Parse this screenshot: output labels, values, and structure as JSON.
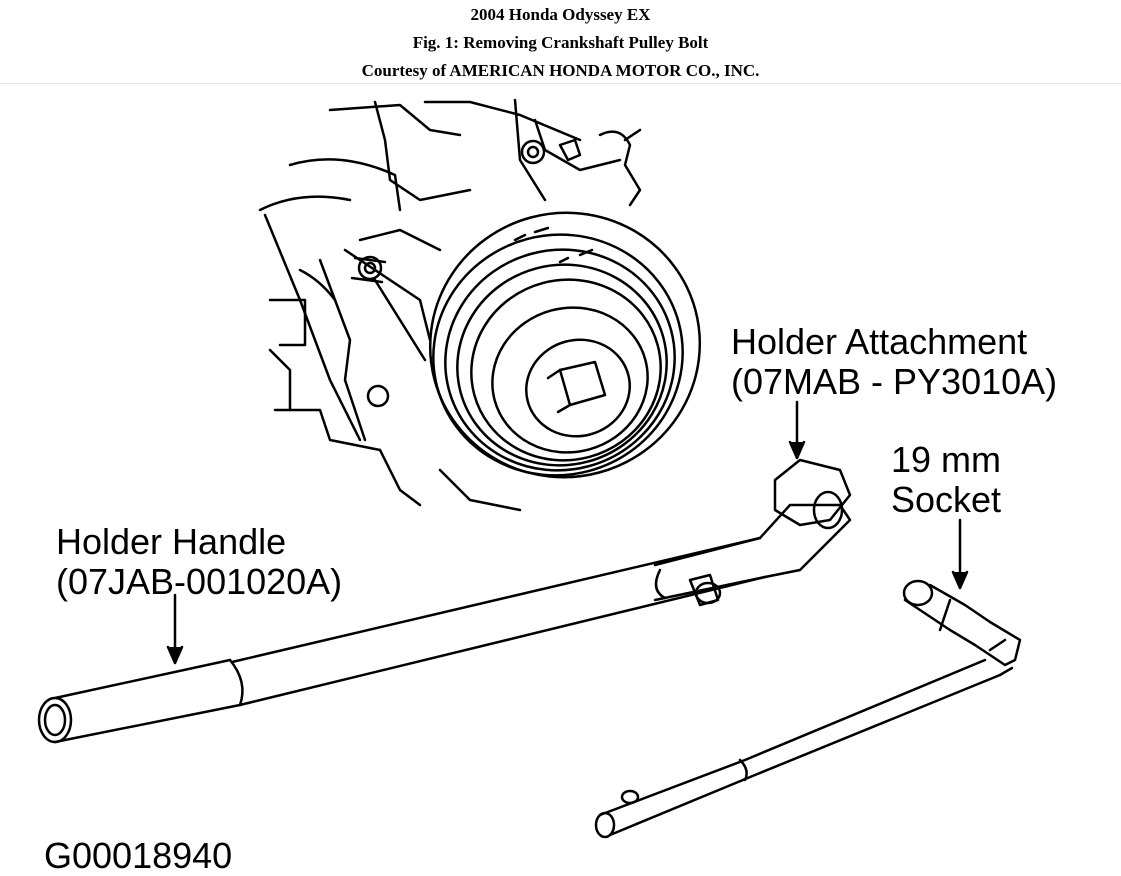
{
  "header": {
    "title": "2004 Honda Odyssey EX",
    "figure": "Fig. 1: Removing Crankshaft Pulley Bolt",
    "courtesy": "Courtesy of AMERICAN HONDA MOTOR CO., INC."
  },
  "labels": {
    "holder_attachment": "Holder Attachment",
    "holder_attachment_part": "(07MAB - PY3010A)",
    "socket_size": "19 mm",
    "socket": "Socket",
    "holder_handle": "Holder Handle",
    "holder_handle_part": "(07JAB-001020A)",
    "figure_code": "G00018940"
  }
}
